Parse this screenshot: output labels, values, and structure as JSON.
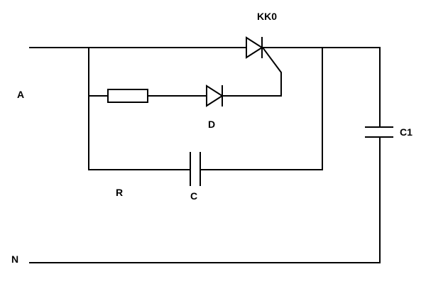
{
  "diagram": {
    "type": "circuit schematic",
    "labels": {
      "terminal_a": "A",
      "terminal_n": "N",
      "thyristor": "KK0",
      "diode": "D",
      "resistor": "R",
      "capacitor": "C",
      "capacitor_c1": "C1"
    },
    "components": [
      {
        "name": "thyristor",
        "kind": "thyristor",
        "label": "KK0"
      },
      {
        "name": "resistor",
        "kind": "resistor",
        "label": "R"
      },
      {
        "name": "diode",
        "kind": "diode",
        "label": "D"
      },
      {
        "name": "capacitor",
        "kind": "capacitor",
        "label": "C"
      },
      {
        "name": "capacitor-c1",
        "kind": "capacitor",
        "label": "C1"
      }
    ],
    "colors": {
      "line": "#000000",
      "background": "#ffffff"
    }
  }
}
